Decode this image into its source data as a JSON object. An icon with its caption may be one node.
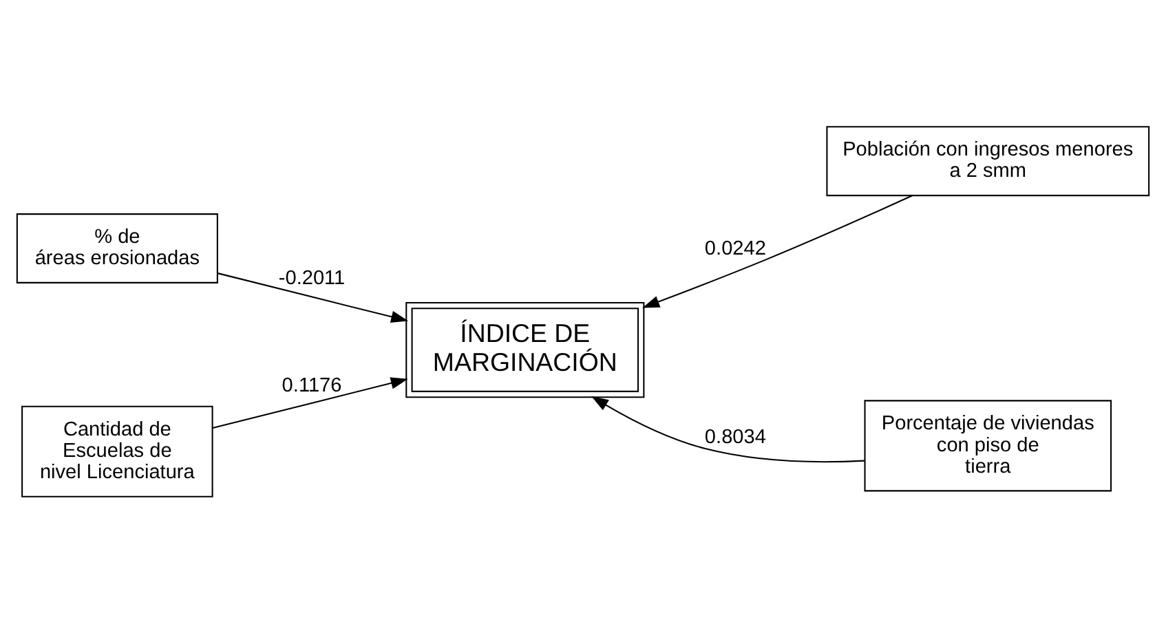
{
  "diagram": {
    "nodes": [
      {
        "text": [
          "% de áreas erosionadas"
        ]
      },
      {
        "text": [
          "Población con ingresos menores a 2 smm"
        ]
      },
      {
        "text": [
          "ÍNDICE DE MARGINACIÓN"
        ]
      },
      {
        "text": [
          "Cantidad de Escuelas de nivel Licenciatura"
        ]
      },
      {
        "text": [
          "Porcentaje de viviendas con piso de tierra"
        ]
      }
    ],
    "edges": [
      {
        "from": 0,
        "to": 2,
        "arrow": "to",
        "label": "-0.2011"
      },
      {
        "from": 1,
        "to": 2,
        "arrow": "to",
        "label": "0.0242"
      },
      {
        "from": 3,
        "to": 2,
        "arrow": "to",
        "label": "0.1176"
      },
      {
        "from": 4,
        "to": 2,
        "arrow": "to",
        "label": "0.8034"
      }
    ]
  }
}
